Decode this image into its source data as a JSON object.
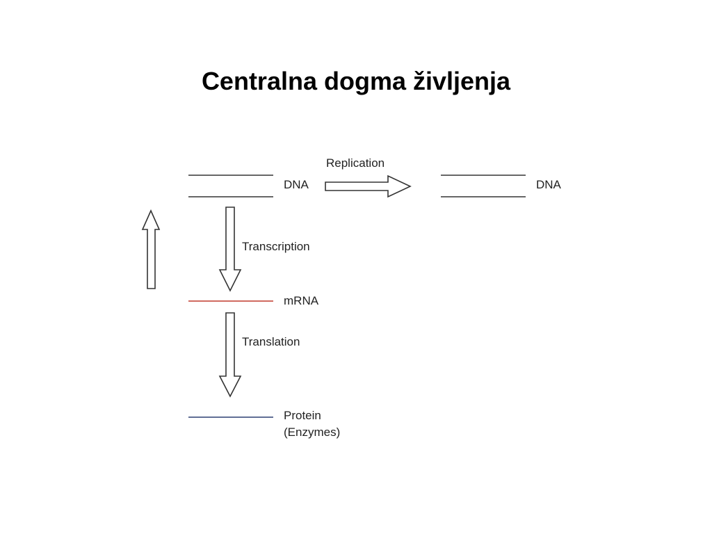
{
  "title": "Centralna dogma življenja",
  "diagram": {
    "labels": {
      "dna_left": "DNA",
      "dna_right": "DNA",
      "replication": "Replication",
      "transcription": "Transcription",
      "mrna": "mRNA",
      "translation": "Translation",
      "protein_line1": "Protein",
      "protein_line2": "(Enzymes)"
    },
    "colors": {
      "mrna_strand": "#c0392b",
      "protein_strand": "#2c3e72",
      "strand": "#333333"
    }
  }
}
